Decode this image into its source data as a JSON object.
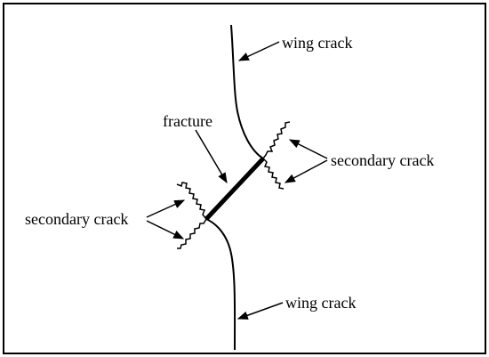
{
  "diagram": {
    "labels": {
      "wing_crack_top": "wing crack",
      "wing_crack_bottom": "wing crack",
      "fracture": "fracture",
      "secondary_crack_right": "secondary crack",
      "secondary_crack_left": "secondary crack"
    },
    "colors": {
      "line": "#000000",
      "background": "#ffffff"
    }
  }
}
